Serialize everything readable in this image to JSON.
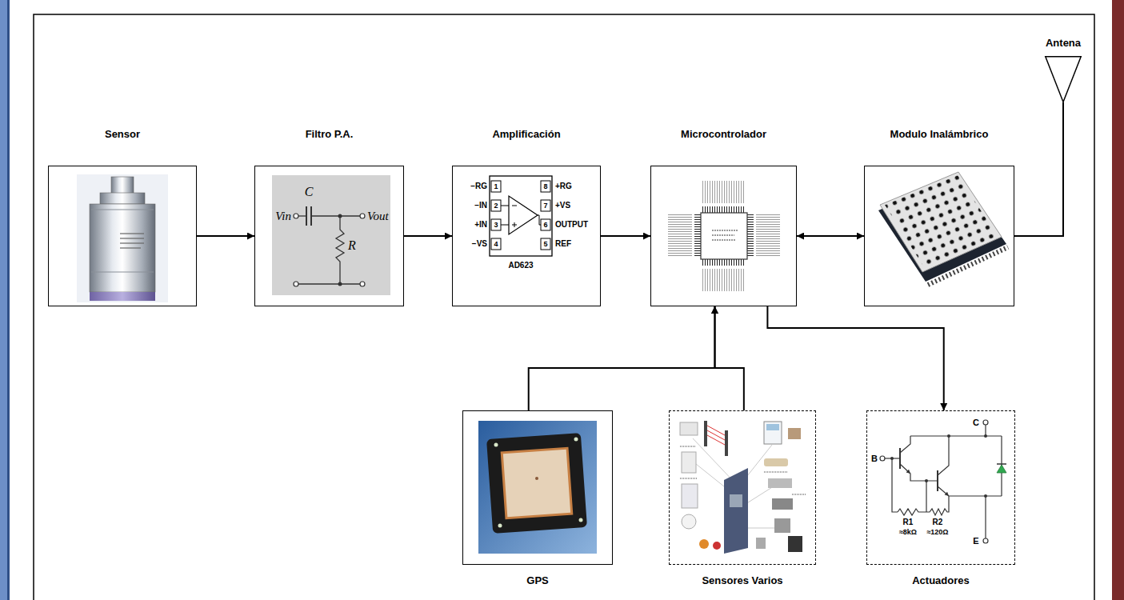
{
  "diagram": {
    "nodes": [
      {
        "text": [
          "Sensor"
        ]
      },
      {
        "text": [
          "Filtro P.A."
        ]
      },
      {
        "text": [
          "Amplificación"
        ]
      },
      {
        "text": [
          "Microcontrolador"
        ]
      },
      {
        "text": [
          "Modulo Inalámbrico"
        ]
      },
      {
        "text": [
          "Antena"
        ]
      },
      {
        "text": [
          "GPS"
        ]
      },
      {
        "text": [
          "Sensores Varios"
        ]
      },
      {
        "text": [
          "Actuadores"
        ]
      }
    ],
    "edges": [
      {
        "from": 0,
        "to": 1,
        "arrow": "to"
      },
      {
        "from": 1,
        "to": 2,
        "arrow": "to"
      },
      {
        "from": 2,
        "to": 3,
        "arrow": "to"
      },
      {
        "from": 3,
        "to": 4,
        "arrow": "both"
      },
      {
        "from": 4,
        "to": 5,
        "arrow": "none"
      },
      {
        "from": 6,
        "to": 3,
        "arrow": "to"
      },
      {
        "from": 7,
        "to": 3,
        "arrow": "to"
      },
      {
        "from": 3,
        "to": 8,
        "arrow": "to"
      }
    ],
    "labels": [
      "C",
      "Vin",
      "Vout",
      "R",
      "−RG",
      "−IN",
      "+IN",
      "−VS",
      "1",
      "2",
      "3",
      "4",
      "8",
      "7",
      "6",
      "5",
      "+RG",
      "+VS",
      "OUTPUT",
      "REF",
      "AD623",
      "B",
      "C",
      "E",
      "R1",
      "≈8kΩ",
      "R2",
      "≈120Ω"
    ]
  }
}
